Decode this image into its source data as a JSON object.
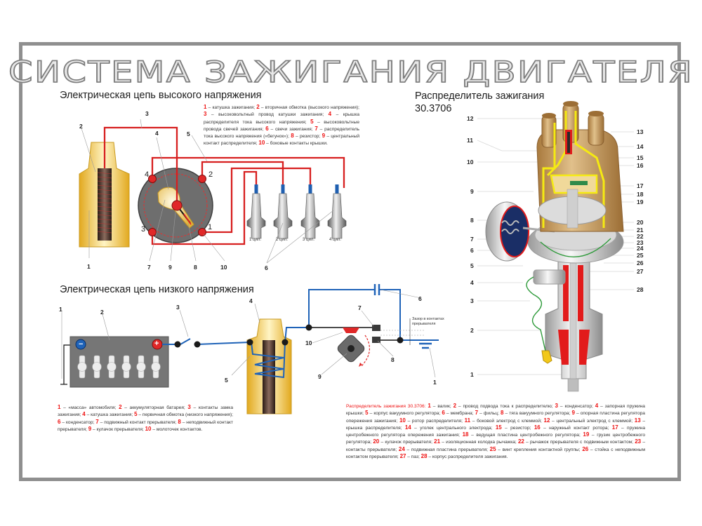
{
  "title": "СИСТЕМА ЗАЖИГАНИЯ ДВИГАТЕЛЯ",
  "high_voltage": {
    "heading": "Электрическая цепь высокого напряжения",
    "callouts": [
      "1",
      "2",
      "3",
      "4",
      "5",
      "6",
      "7",
      "8",
      "9",
      "10"
    ],
    "distributor_terminals": [
      "1",
      "2",
      "3",
      "4"
    ],
    "plug_labels": [
      "1 цил.",
      "2 цил.",
      "3 цил.",
      "4 цил."
    ],
    "legend": [
      {
        "n": "1",
        "t": " – катушка зажигания; "
      },
      {
        "n": "2",
        "t": " – вторичная обмотка (высокого напряжения); "
      },
      {
        "n": "3",
        "t": " – высоковольтный провод катушки зажигания; "
      },
      {
        "n": "4",
        "t": " – крышка распределителя тока высокого напряжения; "
      },
      {
        "n": "5",
        "t": " – высоковольтные провода свечей зажигания; "
      },
      {
        "n": "6",
        "t": " – свечи зажигания; "
      },
      {
        "n": "7",
        "t": " – распределитель тока высокого напряжения («бегунок»); "
      },
      {
        "n": "8",
        "t": " – резистор; "
      },
      {
        "n": "9",
        "t": " – центральный контакт распределителя; "
      },
      {
        "n": "10",
        "t": " – боковые контакты крышки."
      }
    ]
  },
  "low_voltage": {
    "heading": "Электрическая цепь низкого напряжения",
    "callouts": [
      "1",
      "2",
      "3",
      "4",
      "5",
      "6",
      "7",
      "8",
      "9",
      "10",
      "1"
    ],
    "gap_label": "Зазор в контактах прерывателя",
    "battery_terminals": {
      "minus": "−",
      "plus": "+"
    },
    "legend": [
      {
        "n": "1",
        "t": " – «масса» автомобиля; "
      },
      {
        "n": "2",
        "t": " – аккумуляторная батарея; "
      },
      {
        "n": "3",
        "t": " – контакты замка зажигания; "
      },
      {
        "n": "4",
        "t": " – катушка зажигания; "
      },
      {
        "n": "5",
        "t": " – первичная обмотка (низкого напряжения); "
      },
      {
        "n": "6",
        "t": " – конденсатор; "
      },
      {
        "n": "7",
        "t": " – подвижный контакт прерывателя; "
      },
      {
        "n": "8",
        "t": " – неподвижный контакт прерывателя; "
      },
      {
        "n": "9",
        "t": " – кулачок прерывателя; "
      },
      {
        "n": "10",
        "t": " – молоточек контактов."
      }
    ]
  },
  "distributor": {
    "heading": "Распределитель зажигания",
    "model": "30.3706",
    "left_callouts": [
      "12",
      "11",
      "10",
      "9",
      "8",
      "7",
      "6",
      "5",
      "4",
      "3",
      "2",
      "1"
    ],
    "right_callouts": [
      "13",
      "14",
      "15",
      "16",
      "17",
      "18",
      "19",
      "20",
      "21",
      "22",
      "23",
      "24",
      "25",
      "26",
      "27",
      "28"
    ],
    "legend_head": "Распределитель зажигания 30.3706: ",
    "legend": [
      {
        "n": "1",
        "t": " – валик; "
      },
      {
        "n": "2",
        "t": " – провод подвода тока к распределителю; "
      },
      {
        "n": "3",
        "t": " – конденсатор; "
      },
      {
        "n": "4",
        "t": " – запорная пружина крышки; "
      },
      {
        "n": "5",
        "t": " – корпус вакуумного регулятора; "
      },
      {
        "n": "6",
        "t": " – мембрана; "
      },
      {
        "n": "7",
        "t": " – фильц; "
      },
      {
        "n": "8",
        "t": " – тяга вакуумного регулятора; "
      },
      {
        "n": "9",
        "t": " – опорная пластина регулятора опережения зажигания; "
      },
      {
        "n": "10",
        "t": " – ротор распределителя; "
      },
      {
        "n": "11",
        "t": " – боковой электрод с клеммой; "
      },
      {
        "n": "12",
        "t": " – центральный электрод с клеммой; "
      },
      {
        "n": "13",
        "t": " – крышка распределителя; "
      },
      {
        "n": "14",
        "t": " – уголек центрального электрода; "
      },
      {
        "n": "15",
        "t": " – резистор; "
      },
      {
        "n": "16",
        "t": " – наружный контакт ротора; "
      },
      {
        "n": "17",
        "t": " – пружина центробежного регулятора опережения зажигания; "
      },
      {
        "n": "18",
        "t": " – ведущая пластина центробежного регулятора; "
      },
      {
        "n": "19",
        "t": " – грузик центробежного регулятора; "
      },
      {
        "n": "20",
        "t": " – кулачок прерывателя; "
      },
      {
        "n": "21",
        "t": " – изоляционная колодка рычажка; "
      },
      {
        "n": "22",
        "t": " – рычажок прерывателя с подвижным контактом; "
      },
      {
        "n": "23",
        "t": " – контакты прерывателя; "
      },
      {
        "n": "24",
        "t": " – подвижная пластина прерывателя; "
      },
      {
        "n": "25",
        "t": " – винт крепления контактной группы; "
      },
      {
        "n": "26",
        "t": " – стойка с неподвижным контактом прерывателя; "
      },
      {
        "n": "27",
        "t": " – паз; "
      },
      {
        "n": "28",
        "t": " – корпус распределителя зажигания."
      }
    ]
  },
  "colors": {
    "frame": "#8f8f8f",
    "hv_wire": "#d71f1f",
    "lv_wire": "#1f63b8",
    "coil_body": "#f2c43a",
    "cap": "#c9a36a",
    "accent_number": "#e11111"
  }
}
